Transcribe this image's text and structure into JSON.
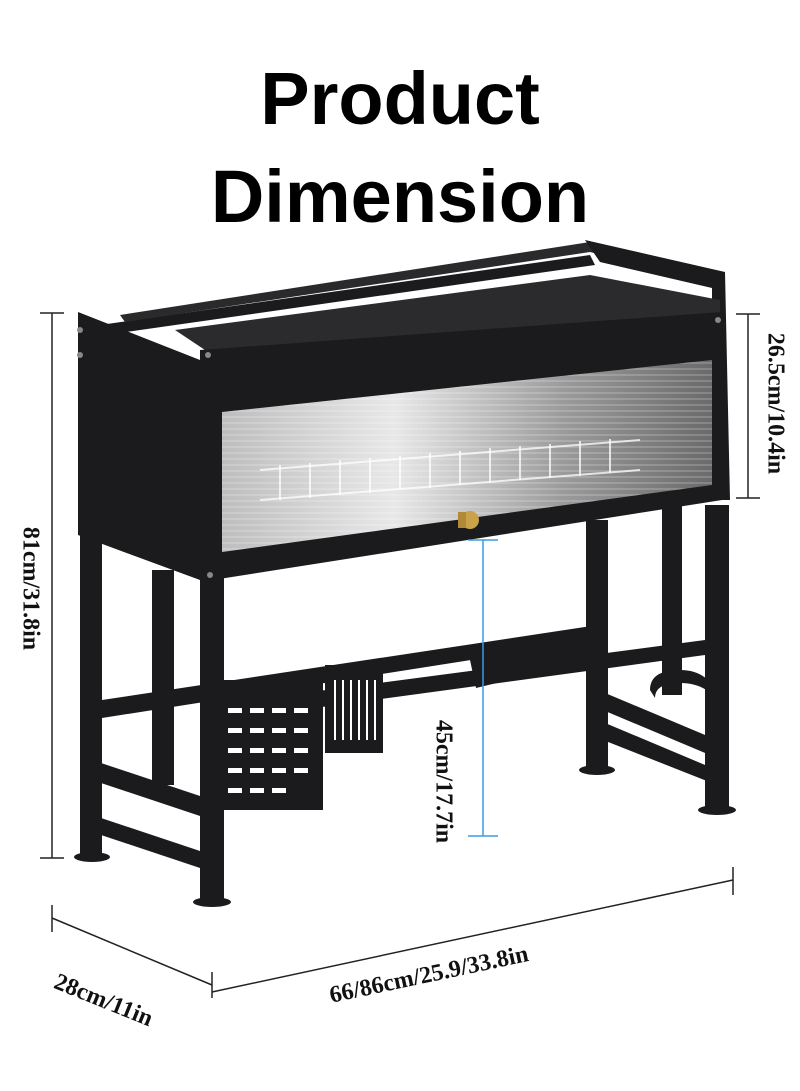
{
  "title": {
    "line1": "Product",
    "line2": "Dimension"
  },
  "dimensions": {
    "total_height": "81cm/31.8in",
    "cabinet_height": "26.5cm/10.4in",
    "clearance_height": "45cm/17.7in",
    "depth": "28cm/11in",
    "width": "66/86cm/25.9/33.8in"
  },
  "colors": {
    "frame": "#1b1b1d",
    "dimension_line": "#222222",
    "clearance_line": "#3b9be3",
    "knob": "#c9a24a"
  }
}
